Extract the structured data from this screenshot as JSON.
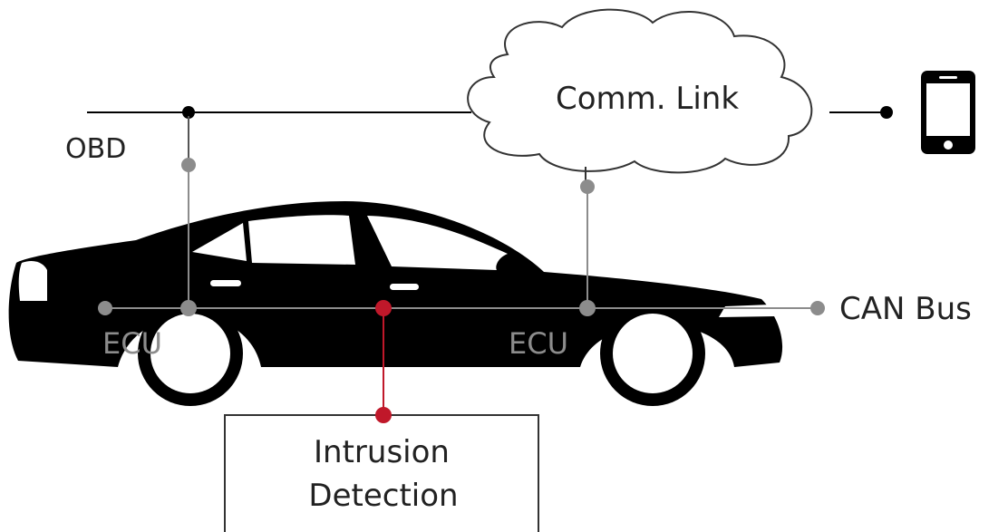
{
  "labels": {
    "obd": "OBD",
    "comm_link": "Comm. Link",
    "can_bus": "CAN Bus",
    "ecu_left": "ECU",
    "ecu_right": "ECU",
    "intrusion_line1": "Intrusion",
    "intrusion_line2": "Detection"
  },
  "colors": {
    "bus_gray": "#8c8c8c",
    "ids_red": "#c0182a",
    "black": "#000000",
    "cloud_stroke": "#333333"
  },
  "icons": {
    "car": "car-silhouette-icon",
    "cloud": "cloud-icon",
    "phone": "smartphone-icon"
  }
}
